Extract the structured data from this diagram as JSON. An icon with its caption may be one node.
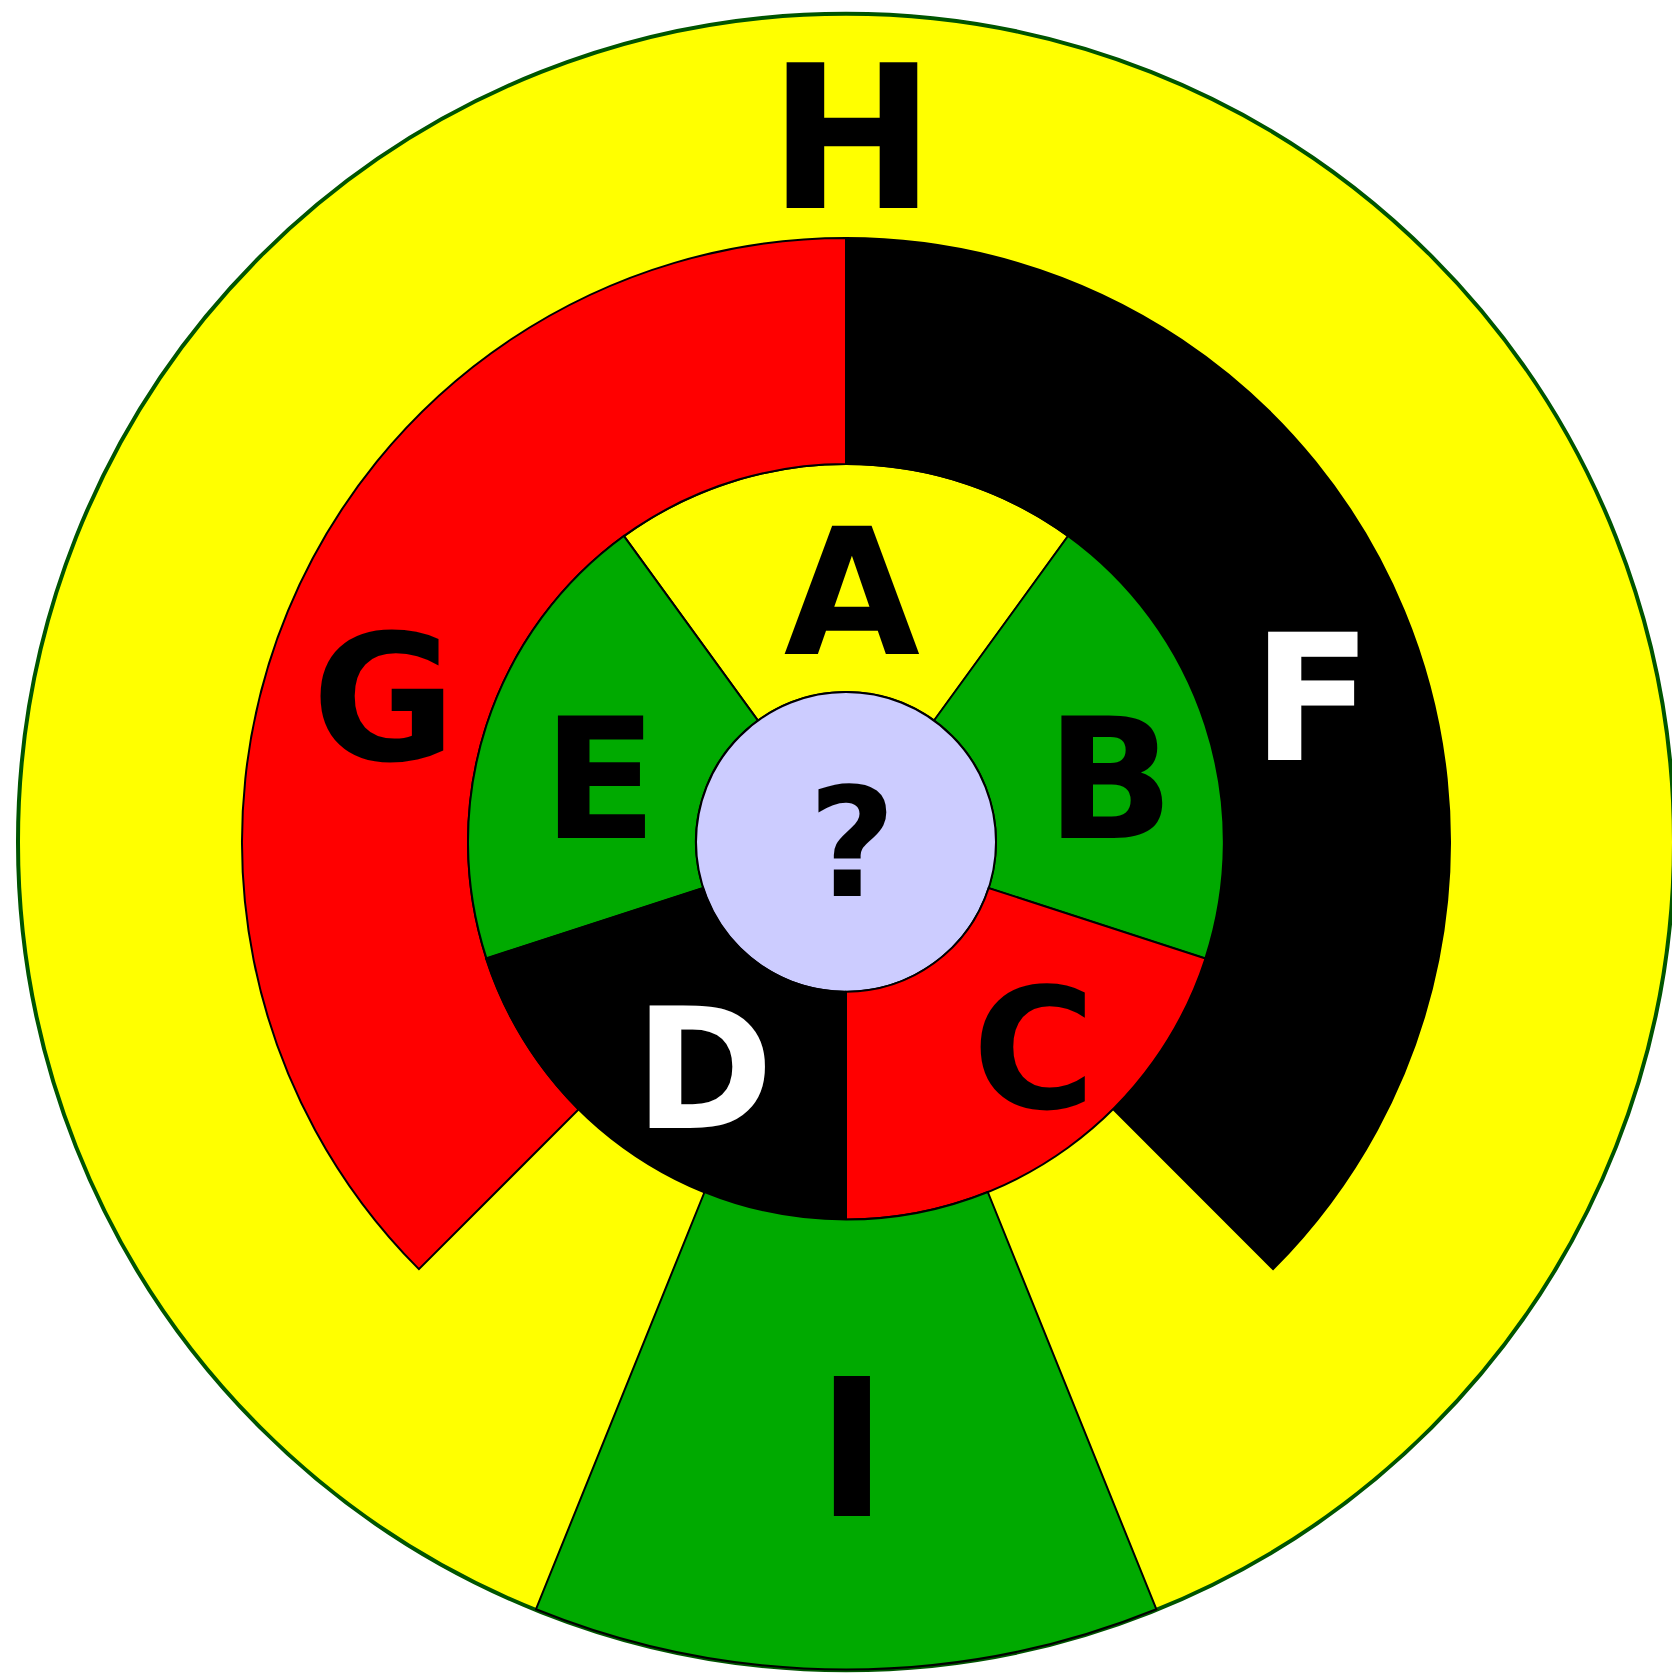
{
  "diagram": {
    "nodes": [
      {
        "text": [
          "H"
        ]
      },
      {
        "text": [
          "A"
        ],
        "in": 0
      },
      {
        "text": [
          "G"
        ],
        "in": 0
      },
      {
        "text": [
          "F"
        ],
        "in": 0
      },
      {
        "text": [
          "E"
        ],
        "in": 0
      },
      {
        "text": [
          "B"
        ],
        "in": 0
      },
      {
        "text": [
          "?"
        ],
        "in": 0
      },
      {
        "text": [
          "D"
        ],
        "in": 0
      },
      {
        "text": [
          "C"
        ],
        "in": 0
      },
      {
        "text": [
          "I"
        ],
        "in": 0
      }
    ]
  }
}
